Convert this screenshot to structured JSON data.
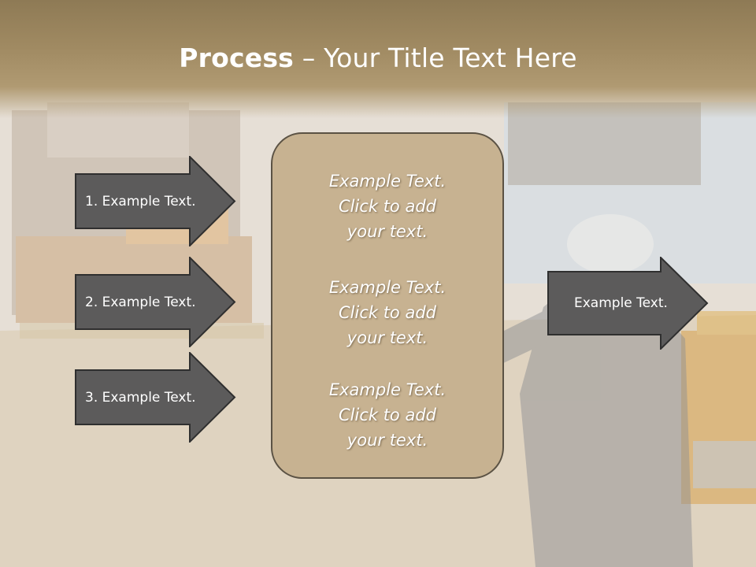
{
  "slide": {
    "title_bold": "Process",
    "title_rest": " – Your Title Text Here",
    "colors": {
      "arrow_fill": "#5c5b5b",
      "arrow_stroke": "#2f2f2f",
      "box_fill": "#c7b291",
      "title_band": "#a08a62"
    }
  },
  "left_arrows": [
    {
      "label": "1. Example Text."
    },
    {
      "label": "2. Example Text."
    },
    {
      "label": "3. Example Text."
    }
  ],
  "center_box": {
    "blocks": [
      {
        "text": "Example Text.\nClick  to add\nyour text."
      },
      {
        "text": "Example Text.\nClick  to add\nyour text."
      },
      {
        "text": "Example Text.\nClick  to add\nyour text."
      }
    ]
  },
  "right_arrow": {
    "label": "Example Text."
  }
}
